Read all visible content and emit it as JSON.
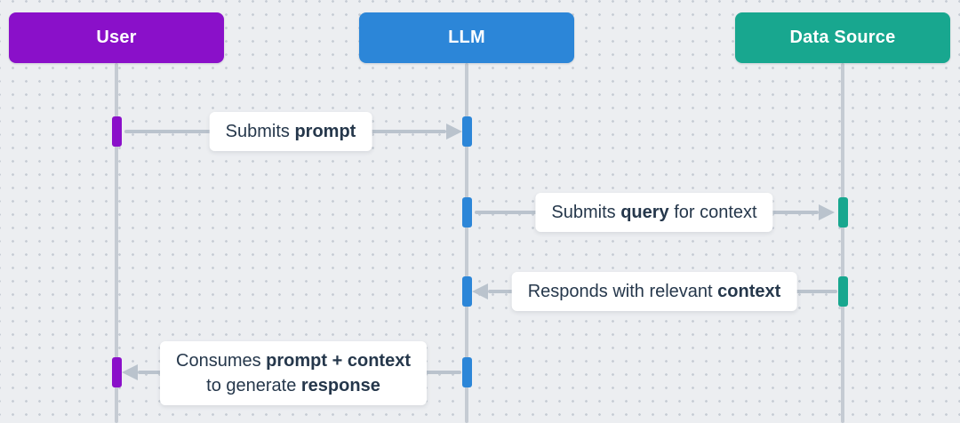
{
  "diagram": {
    "type": "sequence",
    "background_color": "#ECEEF1",
    "dot_grid_color": "#C7CDD5",
    "lifeline_color": "#C5CBD3",
    "arrow_color": "#BAC3CD",
    "label_text_color": "#25374B",
    "label_background": "#FFFFFF"
  },
  "actors": [
    {
      "label": "User",
      "color": "#8A10C9"
    },
    {
      "label": "LLM",
      "color": "#2C86D8"
    },
    {
      "label": "Data Source",
      "color": "#18A78F"
    }
  ],
  "messages": [
    {
      "from": "User",
      "to": "LLM",
      "direction": "right",
      "lines": [
        [
          {
            "t": "Submits ",
            "b": false
          },
          {
            "t": "prompt",
            "b": true
          }
        ]
      ]
    },
    {
      "from": "LLM",
      "to": "Data Source",
      "direction": "right",
      "lines": [
        [
          {
            "t": "Submits ",
            "b": false
          },
          {
            "t": "query",
            "b": true
          },
          {
            "t": " for context",
            "b": false
          }
        ]
      ]
    },
    {
      "from": "Data Source",
      "to": "LLM",
      "direction": "left",
      "lines": [
        [
          {
            "t": "Responds with relevant ",
            "b": false
          },
          {
            "t": "context",
            "b": true
          }
        ]
      ]
    },
    {
      "from": "LLM",
      "to": "User",
      "direction": "left",
      "lines": [
        [
          {
            "t": "Consumes ",
            "b": false
          },
          {
            "t": "prompt + context",
            "b": true
          }
        ],
        [
          {
            "t": "to generate ",
            "b": false
          },
          {
            "t": "response",
            "b": true
          }
        ]
      ]
    }
  ]
}
